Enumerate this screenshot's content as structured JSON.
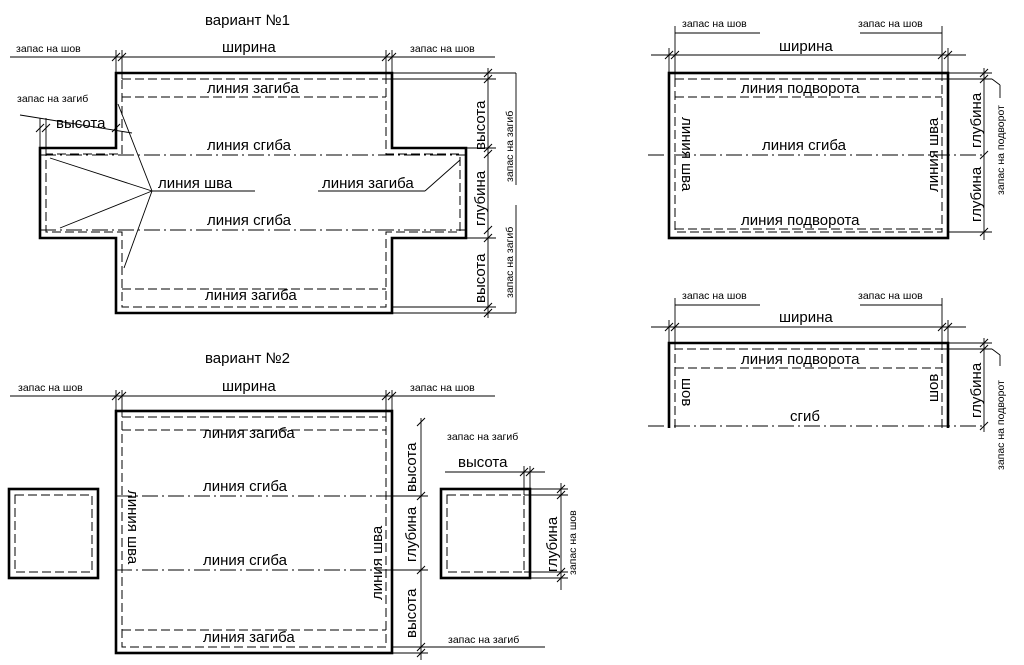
{
  "variant1": {
    "title": "вариант №1",
    "seam_allowance": "запас на шов",
    "fold_allowance": "запас на загиб",
    "width": "ширина",
    "height": "высота",
    "depth": "глубина",
    "fold_line": "линия загиба",
    "bend_line": "линия сгиба",
    "seam_line": "линия шва"
  },
  "variant2": {
    "title": "вариант №2",
    "seam_allowance": "запас на шов",
    "fold_allowance": "запас на загиб",
    "width": "ширина",
    "height": "высота",
    "depth": "глубина",
    "fold_line": "линия загиба",
    "bend_line": "линия сгиба",
    "seam_line": "линия шва"
  },
  "right_top": {
    "seam_allowance": "запас на шов",
    "width": "ширина",
    "depth": "глубина",
    "hem_allowance": "запас на подворот",
    "hem_line": "линия подворота",
    "bend_line": "линия сгиба",
    "seam_line": "линия шва"
  },
  "right_bottom": {
    "seam_allowance": "запас на шов",
    "width": "ширина",
    "depth": "глубина",
    "hem_allowance": "запас на подворот",
    "hem_line": "линия подворота",
    "bend": "сгиб",
    "seam": "шов"
  }
}
